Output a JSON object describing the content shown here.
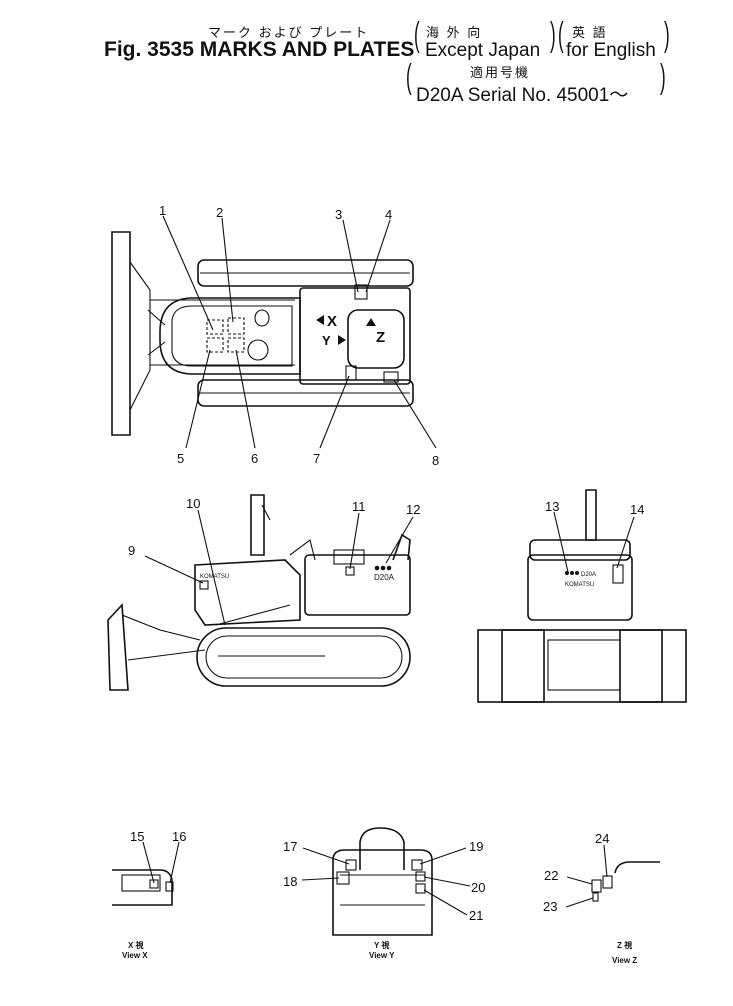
{
  "header": {
    "title_jp": "マーク および プレート",
    "title": "Fig. 3535 MARKS AND PLATES",
    "spec1_jp": "海 外 向",
    "spec1": "Except Japan",
    "spec2_jp": "英 語",
    "spec2": "for English",
    "serial_jp": "適用号機",
    "serial": "D20A Serial No. 45001～"
  },
  "callouts": [
    "1",
    "2",
    "3",
    "4",
    "5",
    "6",
    "7",
    "8",
    "9",
    "10",
    "11",
    "12",
    "13",
    "14",
    "15",
    "16",
    "17",
    "18",
    "19",
    "20",
    "21",
    "22",
    "23",
    "24"
  ],
  "arrows": {
    "x": "X",
    "y": "Y",
    "z": "Z"
  },
  "decal_text": {
    "komatsu": "KOMATSU",
    "model": "D20A",
    "rear_model": "D20A",
    "rear_brand": "KOMATSU"
  },
  "views": {
    "x_jp": "X 視",
    "x": "View X",
    "y_jp": "Y 視",
    "y": "View Y",
    "z_jp": "Z 視",
    "z": "View Z"
  }
}
